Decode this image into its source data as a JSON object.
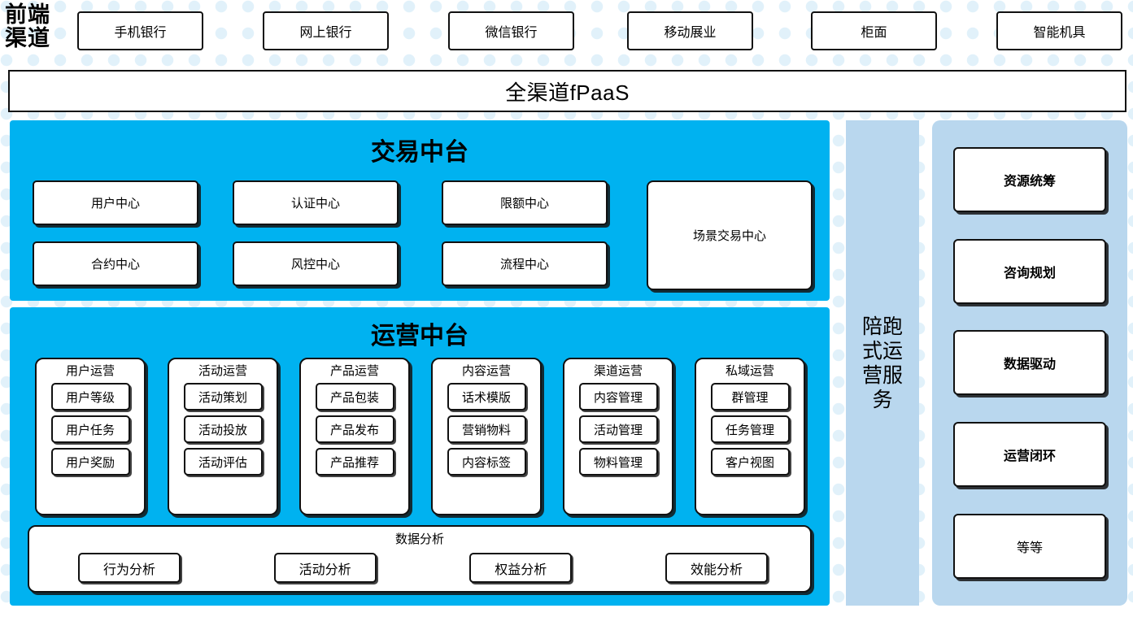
{
  "front_channel": {
    "label": "前端\n渠道",
    "label_line1": "前端",
    "label_line2": "渠道",
    "channels": [
      {
        "label": "手机银行"
      },
      {
        "label": "网上银行"
      },
      {
        "label": "微信银行"
      },
      {
        "label": "移动展业"
      },
      {
        "label": "柜面"
      },
      {
        "label": "智能机具"
      }
    ]
  },
  "fpaas": {
    "label": "全渠道fPaaS"
  },
  "transaction_center": {
    "title": "交易中台",
    "cards": [
      {
        "label": "用户中心"
      },
      {
        "label": "认证中心"
      },
      {
        "label": "限额中心"
      },
      {
        "label": "合约中心"
      },
      {
        "label": "风控中心"
      },
      {
        "label": "流程中心"
      }
    ],
    "scene_card": {
      "label": "场景交易中心"
    }
  },
  "operations_center": {
    "title": "运营中台",
    "columns": [
      {
        "title": "用户运营",
        "items": [
          "用户等级",
          "用户任务",
          "用户奖励"
        ]
      },
      {
        "title": "活动运营",
        "items": [
          "活动策划",
          "活动投放",
          "活动评估"
        ]
      },
      {
        "title": "产品运营",
        "items": [
          "产品包装",
          "产品发布",
          "产品推荐"
        ]
      },
      {
        "title": "内容运营",
        "items": [
          "话术模版",
          "营销物料",
          "内容标签"
        ]
      },
      {
        "title": "渠道运营",
        "items": [
          "内容管理",
          "活动管理",
          "物料管理"
        ]
      },
      {
        "title": "私域运营",
        "items": [
          "群管理",
          "任务管理",
          "客户视图"
        ]
      }
    ],
    "data_analysis": {
      "title": "数据分析",
      "items": [
        "行为分析",
        "活动分析",
        "权益分析",
        "效能分析"
      ]
    }
  },
  "accompany_service": {
    "label": "陪跑式运营服务"
  },
  "services_column": {
    "cards": [
      {
        "label": "资源统筹",
        "bold": true
      },
      {
        "label": "咨询规划",
        "bold": true
      },
      {
        "label": "数据驱动",
        "bold": true
      },
      {
        "label": "运营闭环",
        "bold": true
      },
      {
        "label": "等等",
        "bold": false
      }
    ]
  },
  "colors": {
    "panel_blue": "#00b2f0",
    "light_blue": "#b9d7ee",
    "dot_blue": "#e1f1fa",
    "border": "#111111",
    "card_white": "#ffffff"
  }
}
